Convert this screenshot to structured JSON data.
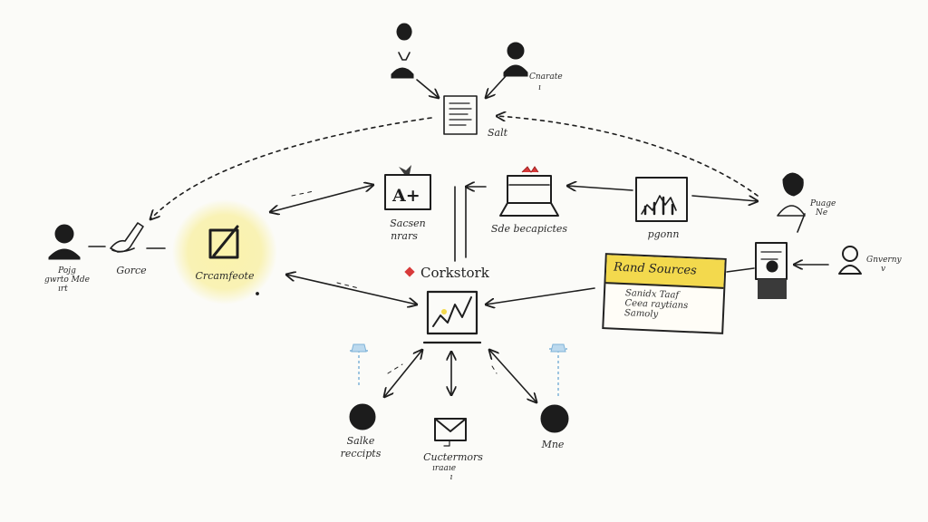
{
  "title": "Corkstork",
  "colors": {
    "ink": "#1e1e1e",
    "highlight": "#f3d94d",
    "glow": "#f8ef9e",
    "accent_red": "#d83a3a",
    "accent_blue": "#7fb3d8"
  },
  "nodes": {
    "top_right_person": {
      "label_1": "Cnarate",
      "label_2": "ı",
      "icon": "person-icon"
    },
    "top_document": {
      "label": "Salt",
      "icon": "document-icon"
    },
    "grade_card": {
      "label_1": "Sacsen",
      "label_2": "nrars",
      "icon": "grade-card-icon",
      "badge": "A+"
    },
    "laptop_top": {
      "label": "Sde becapictes",
      "icon": "laptop-icon"
    },
    "chart_card": {
      "label": "pgonn",
      "icon": "chart-card-icon"
    },
    "right_person": {
      "label_1": "Puage",
      "label_2": "Ne",
      "icon": "person-icon"
    },
    "left_person": {
      "label_1": "Pojg",
      "label_2": "gwrto Mde",
      "label_3": "ırt",
      "icon": "person-icon"
    },
    "left_hand": {
      "label": "Gorce",
      "icon": "hand-pen-icon"
    },
    "central_note": {
      "label": "Crcamfeote",
      "icon": "note-icon"
    },
    "brand": {
      "label": "Corkstork",
      "icon": "red-diamond-icon"
    },
    "hub_monitor": {
      "icon": "monitor-chart-icon"
    },
    "sources_card": {
      "title": "Rand Sources",
      "line_1": "Sanidx Taaf",
      "line_2": "Ceea raytians",
      "line_3": "Samoly"
    },
    "far_right_person": {
      "label_1": "Gnverny",
      "label_2": "v",
      "icon": "person-icon"
    },
    "bottom_left_person": {
      "label_1": "Salke",
      "label_2": "reccipts",
      "icon": "person-icon"
    },
    "bottom_mail": {
      "label_1": "Cuctermors",
      "label_2": "ıraaıe",
      "label_3": "ı",
      "icon": "mail-icon"
    },
    "bottom_right_person": {
      "label": "Mne",
      "icon": "person-icon"
    }
  }
}
